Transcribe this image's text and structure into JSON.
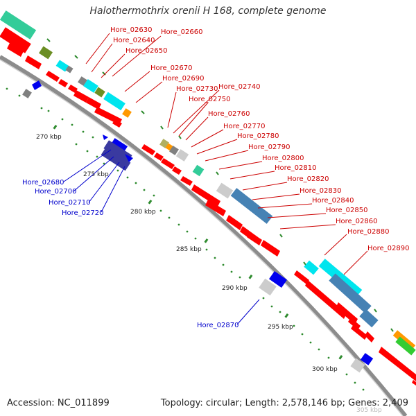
{
  "title": "Halothermothrix orenii H 168, complete genome",
  "footer": {
    "accession": "Accession: NC_011899",
    "summary": "Topology: circular; Length: 2,578,146 bp; Genes: 2,409"
  },
  "colors": {
    "forward_label": "#cc0000",
    "reverse_label": "#0000cc",
    "backbone": "#8c8c8c",
    "tick": "#2e8b2e"
  },
  "scale_labels": [
    "270 kbp",
    "275 kbp",
    "280 kbp",
    "285 kbp",
    "290 kbp",
    "295 kbp",
    "300 kbp",
    "305 kbp"
  ],
  "gene_labels_forward": [
    "Hore_02630",
    "Hore_02640",
    "Hore_02650",
    "Hore_02660",
    "Hore_02670",
    "Hore_02690",
    "Hore_02730",
    "Hore_02740",
    "Hore_02750",
    "Hore_02760",
    "Hore_02770",
    "Hore_02780",
    "Hore_02790",
    "Hore_02800",
    "Hore_02810",
    "Hore_02820",
    "Hore_02830",
    "Hore_02840",
    "Hore_02850",
    "Hore_02860",
    "Hore_02880",
    "Hore_02890"
  ],
  "gene_labels_reverse": [
    "Hore_02680",
    "Hore_02700",
    "Hore_02710",
    "Hore_02720",
    "Hore_02870"
  ]
}
